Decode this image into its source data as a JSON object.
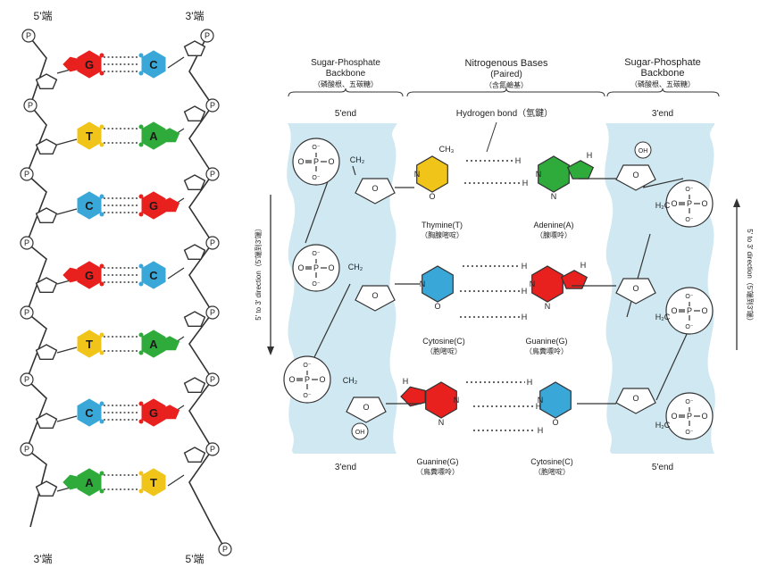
{
  "left_panel": {
    "top_left_label": "5'端",
    "top_right_label": "3'端",
    "bottom_left_label": "3'端",
    "bottom_right_label": "5'端",
    "phosphate_symbol": "P",
    "pairs": [
      {
        "left": "G",
        "right": "C"
      },
      {
        "left": "T",
        "right": "A"
      },
      {
        "left": "C",
        "right": "G"
      },
      {
        "left": "G",
        "right": "C"
      },
      {
        "left": "T",
        "right": "A"
      },
      {
        "left": "C",
        "right": "G"
      },
      {
        "left": "A",
        "right": "T"
      }
    ],
    "base_colors": {
      "G": "#e8201e",
      "C": "#3aa7d9",
      "T": "#f0c419",
      "A": "#2eab3a"
    }
  },
  "headers": {
    "left_backbone": [
      "Sugar-Phosphate",
      "Backbone",
      "（磷酸根、五碳糖）"
    ],
    "bases": [
      "Nitrogenous Bases",
      "(Paired)",
      "（含氮鹼基）"
    ],
    "right_backbone": [
      "Sugar-Phosphate",
      "Backbone",
      "（磷酸根、五碳糖）"
    ]
  },
  "ends": {
    "left_top": "5'end",
    "right_top": "3'end",
    "left_bottom": "3'end",
    "right_bottom": "5'end"
  },
  "hydrogen_bond_label": "Hydrogen bond（氫鍵）",
  "direction_left": "5' to 3' direction（5'端到3'端）",
  "direction_right": "5' to 3' direction（5'端到3'端）",
  "base_labels": [
    {
      "name": "Thymine(T)",
      "cn": "（胸腺嘧啶）"
    },
    {
      "name": "Adenine(A)",
      "cn": "（腺嘌呤）"
    },
    {
      "name": "Cytosine(C)",
      "cn": "（胞嘧啶）"
    },
    {
      "name": "Guanine(G)",
      "cn": "（鳥糞嘌呤）"
    },
    {
      "name": "Guanine(G)",
      "cn": "（鳥糞嘌呤）"
    },
    {
      "name": "Cytosine(C)",
      "cn": "（胞嘧啶）"
    }
  ],
  "atoms": {
    "phosphate_P": "P",
    "oxygen": "O",
    "o_minus": "O⁻",
    "ch2": "CH₂",
    "h2c": "H₂C",
    "ch3": "CH₃",
    "oh": "OH",
    "nitrogen": "N",
    "hydrogen": "H",
    "prime5": "5'",
    "prime3": "3'"
  },
  "colors": {
    "thymine": "#f0c419",
    "adenine": "#2eab3a",
    "cytosine": "#3aa7d9",
    "guanine": "#e8201e",
    "backbone_band": "#cfe8f1"
  }
}
